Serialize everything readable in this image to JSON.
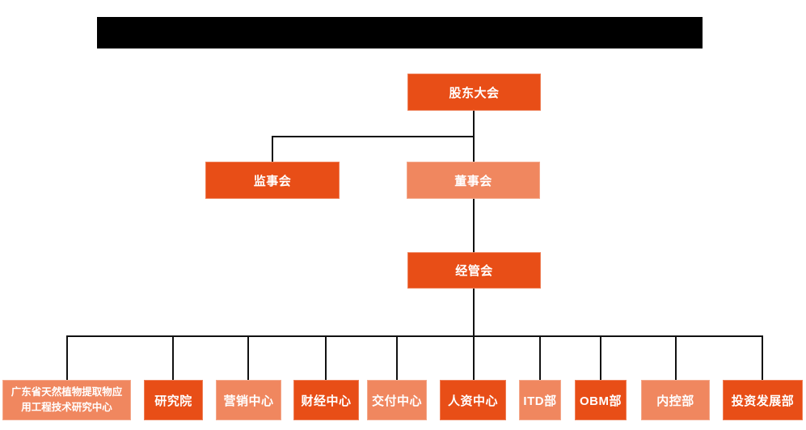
{
  "colors": {
    "background": "#ffffff",
    "node_dark": "#e84e17",
    "node_light": "#f0875f",
    "node_text": "#ffffff",
    "connector": "#111111",
    "redacted_bar": "#000000"
  },
  "org_chart": {
    "nodes": {
      "shareholders_meeting": {
        "label": "股东大会",
        "variant": "dark"
      },
      "supervisory_board": {
        "label": "监事会",
        "variant": "dark"
      },
      "board_of_directors": {
        "label": "董事会",
        "variant": "light"
      },
      "management_committee": {
        "label": "经管会",
        "variant": "dark"
      }
    },
    "departments": [
      {
        "label": "广东省天然植物提取物应用工程技术研究中心",
        "variant": "light"
      },
      {
        "label": "研究院",
        "variant": "dark"
      },
      {
        "label": "营销中心",
        "variant": "light"
      },
      {
        "label": "财经中心",
        "variant": "dark"
      },
      {
        "label": "交付中心",
        "variant": "light"
      },
      {
        "label": "人资中心",
        "variant": "dark"
      },
      {
        "label": "ITD部",
        "variant": "light"
      },
      {
        "label": "OBM部",
        "variant": "dark"
      },
      {
        "label": "内控部",
        "variant": "light"
      },
      {
        "label": "投资发展部",
        "variant": "dark"
      }
    ]
  }
}
